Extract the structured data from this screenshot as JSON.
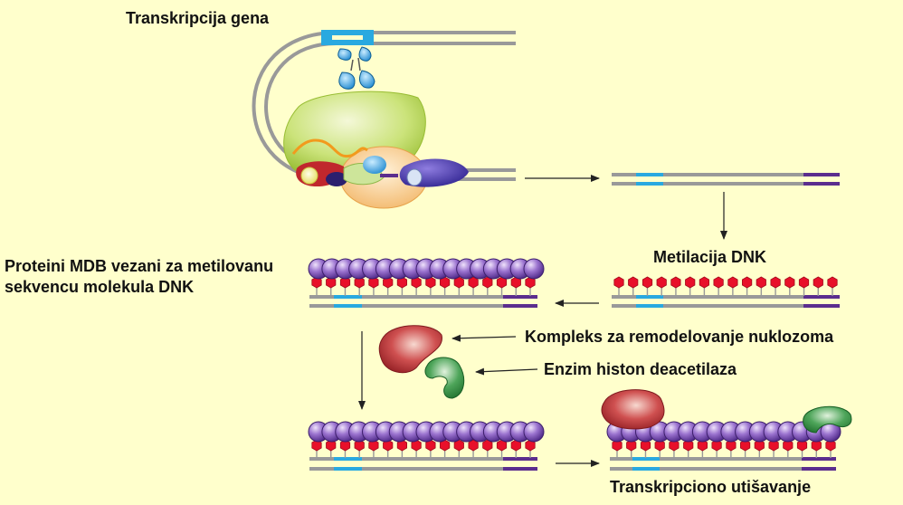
{
  "labels": {
    "gene_transcription": "Transkripcija gena",
    "dna_methylation": "Metilacija DNK",
    "mdb_line1": "Proteini MDB vezani za metilovanu",
    "mdb_line2": "sekvencu molekula DNK",
    "remodeling_complex": "Kompleks za remodelovanje nuklozoma",
    "histone_deacetylase": "Enzim histon deacetilaza",
    "transcriptional_silencing": "Transkripciono utišavanje"
  },
  "colors": {
    "background": "#ffffcc",
    "dna_strand": "#999999",
    "promoter": "#29a9e0",
    "gene_end": "#5b2d8e",
    "methyl_group": "#e8102a",
    "nucleosome": "#7b4fb0",
    "remodeling_complex": "#b3262b",
    "histone_deacetylase": "#2e8b3e",
    "polymerase": "#b9d64c",
    "arrow": "#222222"
  }
}
